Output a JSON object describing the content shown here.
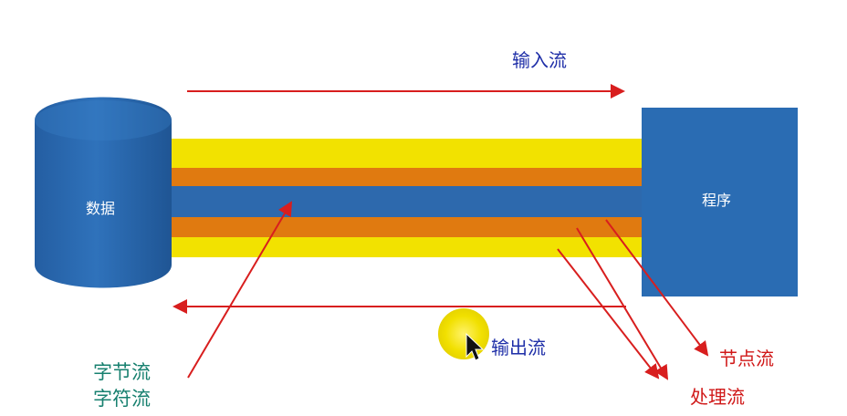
{
  "labels": {
    "input_stream": "输入流",
    "output_stream": "输出流",
    "data": "数据",
    "program": "程序",
    "byte_stream": "字节流",
    "char_stream": "字符流",
    "node_stream": "节点流",
    "processing_stream": "处理流"
  },
  "colors": {
    "cylinder": "#2a6cb3",
    "program_box": "#2a6cb3",
    "yellow_band": "#f2e200",
    "orange_band": "#e07a10",
    "blue_band": "#2d69ad",
    "arrow": "#d81e1e",
    "label_blue": "#1f2fa8",
    "label_teal": "#17806f",
    "label_red": "#d01818",
    "cursor_highlight": "#f0e000"
  }
}
